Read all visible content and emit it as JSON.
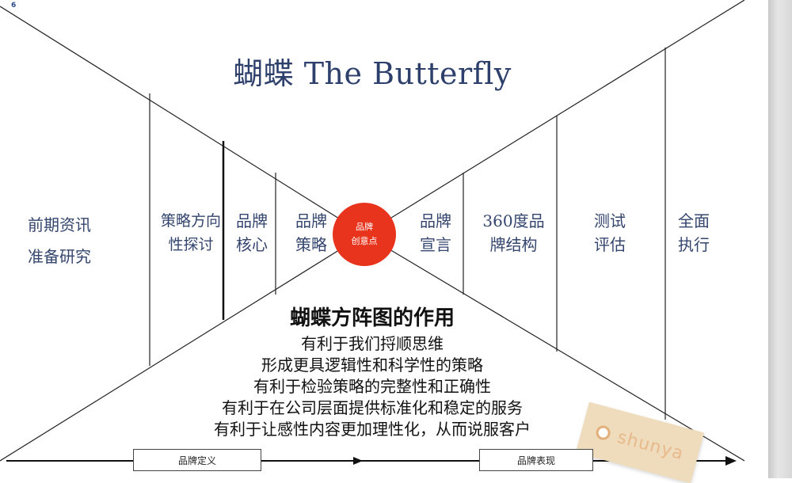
{
  "page_number": "6",
  "title": "蝴蝶 The Butterfly",
  "columns": {
    "c1": [
      "前期资讯",
      "准备研究"
    ],
    "c2": [
      "策略方向",
      "性探讨"
    ],
    "c3": [
      "品牌",
      "核心"
    ],
    "c4": [
      "品牌",
      "策略"
    ],
    "c5": [
      "品牌",
      "宣言"
    ],
    "c6": [
      "360度品",
      "牌结构"
    ],
    "c7": [
      "测试",
      "评估"
    ],
    "c8": [
      "全面",
      "执行"
    ]
  },
  "center": {
    "line1": "品牌",
    "line2": "创意点",
    "color": "#e8341c"
  },
  "roles": {
    "title": "蝴蝶方阵图的作用",
    "items": [
      "有利于我们捋顺思维",
      "形成更具逻辑性和科学性的策略",
      "有利于检验策略的完整性和正确性",
      "有利于在公司层面提供标准化和稳定的服务",
      "有利于让感性内容更加理性化，从而说服客户"
    ]
  },
  "bottom": {
    "left_box": "品牌定义",
    "right_box": "品牌表现"
  },
  "watermark": "shunya"
}
